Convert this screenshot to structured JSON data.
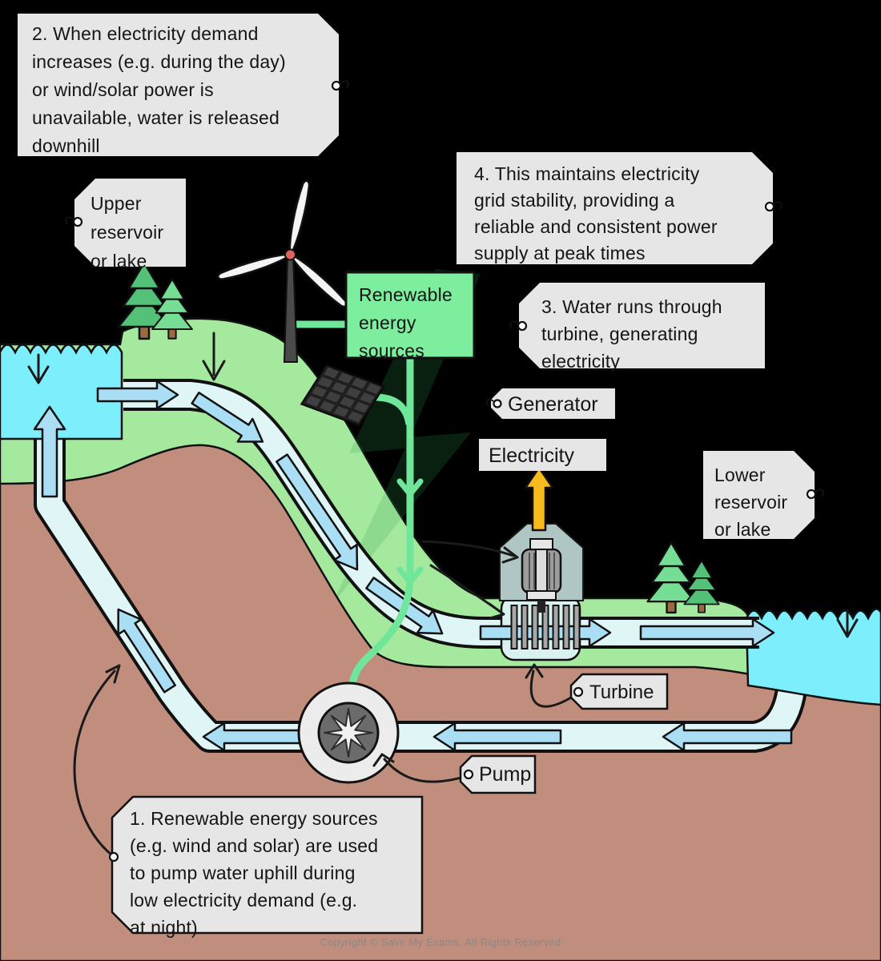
{
  "diagram": "pumped-storage-hydroelectricity",
  "annotations": {
    "note1": {
      "lines": [
        "1. Renewable energy sources",
        "(e.g. wind and solar) are used",
        "to pump water uphill during",
        "low electricity demand (e.g.",
        "at night)"
      ]
    },
    "note2": {
      "lines": [
        "2. When electricity demand",
        "increases (e.g. during the day)",
        "or wind/solar power is",
        "unavailable, water is released",
        "downhill"
      ]
    },
    "note3": {
      "lines": [
        "3. Water runs through",
        "turbine, generating",
        "electricity"
      ]
    },
    "note4": {
      "lines": [
        "4. This maintains electricity",
        "grid stability, providing a",
        "reliable and consistent power",
        "supply at peak times"
      ]
    }
  },
  "labels": {
    "upper_reservoir": {
      "lines": [
        "Upper",
        "reservoir",
        "or lake"
      ]
    },
    "lower_reservoir": {
      "lines": [
        "Lower",
        "reservoir",
        "or lake"
      ]
    },
    "renewable_box": {
      "lines": [
        "Renewable",
        "energy",
        "sources"
      ]
    },
    "generator": "Generator",
    "electricity": "Electricity",
    "turbine": "Turbine",
    "pump": "Pump"
  },
  "icons": {
    "wind_turbine": "wind-turbine-icon",
    "solar_panel": "solar-panel-icon",
    "pine_trees": "pine-tree-icon",
    "pump_impeller": "pump-impeller-icon",
    "turbine_grate": "turbine-icon",
    "generator_unit": "generator-icon",
    "watermark": "lightning-bolt-watermark"
  },
  "colors": {
    "background": "#000000",
    "water": "#7deefb",
    "hill_green": "#a5e99e",
    "earth_brown": "#c18e7d",
    "pipe_interior": "#e0f5f6",
    "pipe_arrow_blue": "#a9def5",
    "connector_green": "#6fe69a",
    "renewable_box_green": "#7cee9e",
    "label_grey": "#e6e6e6",
    "electricity_arrow_yellow": "#f8bb1d"
  },
  "footer": {
    "copyright": "Copyright © Save My Exams. All Rights Reserved"
  }
}
